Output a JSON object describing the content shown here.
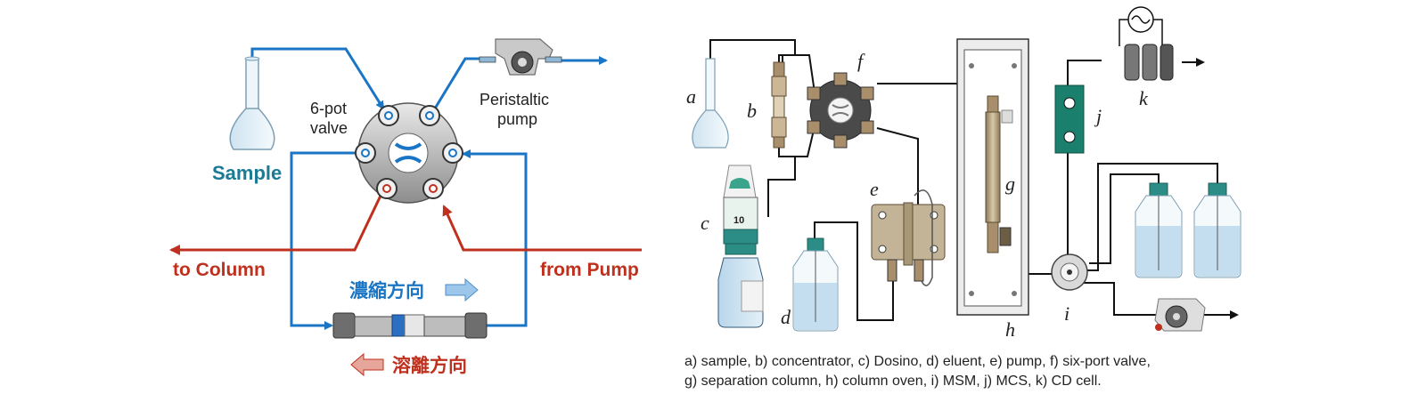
{
  "left_diagram": {
    "valve_label_line1": "6-pot",
    "valve_label_line2": "valve",
    "pump_label_line1": "Peristaltic",
    "pump_label_line2": "pump",
    "sample_label": "Sample",
    "to_column_label": "to Column",
    "from_pump_label": "from Pump",
    "concentration_direction": "濃縮方向",
    "elution_direction": "溶離方向"
  },
  "right_diagram": {
    "letters": {
      "a": "a",
      "b": "b",
      "c": "c",
      "d": "d",
      "e": "e",
      "f": "f",
      "g": "g",
      "h": "h",
      "i": "i",
      "j": "j",
      "k": "k"
    },
    "dosino_number": "10"
  },
  "caption": {
    "line1": "a) sample, b) concentrator, c) Dosino, d) eluent, e) pump, f) six-port valve,",
    "line2": "g) separation column, h) column oven, i) MSM, j) MCS, k) CD cell."
  },
  "colors": {
    "blue_line": "#1a75c4",
    "red_line": "#c0301e",
    "teal_label": "#1b7a94",
    "mcs_green": "#1a7f6d"
  }
}
